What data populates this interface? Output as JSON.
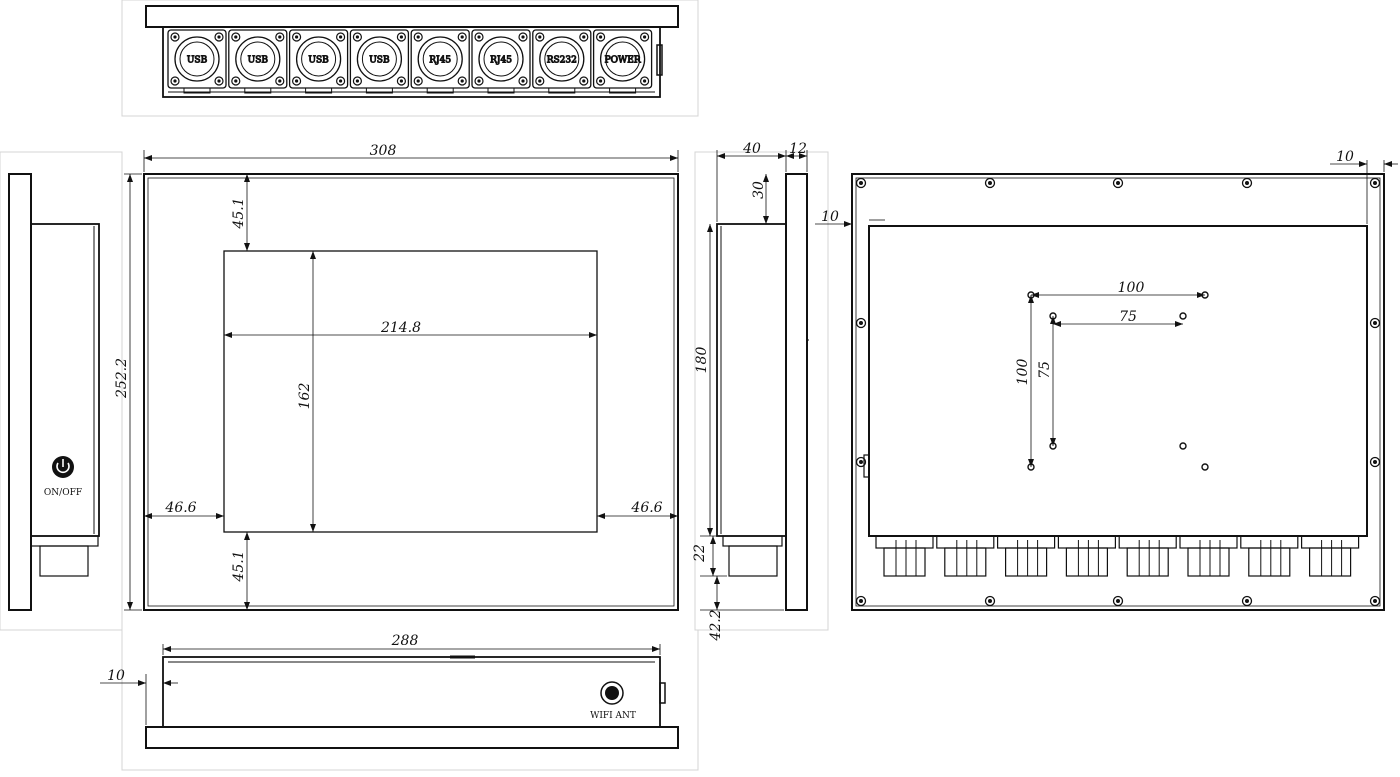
{
  "top_view": {
    "ports": [
      "USB",
      "USB",
      "USB",
      "USB",
      "RJ45",
      "RJ45",
      "RS232",
      "POWER"
    ]
  },
  "front_view": {
    "width": "308",
    "height": "252.2",
    "screen_width": "214.8",
    "screen_height": "162",
    "margin_top": "45.1",
    "margin_bottom": "45.1",
    "margin_left": "46.6",
    "margin_right": "46.6"
  },
  "left_view": {
    "switch_label": "ON/OFF"
  },
  "side_view": {
    "depth": "40",
    "bezel": "12",
    "top_offset": "30",
    "body_height": "180",
    "connector_height": "22",
    "bottom_offset": "42.2"
  },
  "rear_view": {
    "edge_offset_top": "10",
    "edge_offset_left": "10",
    "vesa_outer_w": "100",
    "vesa_outer_h": "100",
    "vesa_inner_w": "75",
    "vesa_inner_h": "75"
  },
  "bottom_view": {
    "width": "288",
    "edge_offset": "10",
    "antenna_label": "WIFI ANT"
  }
}
